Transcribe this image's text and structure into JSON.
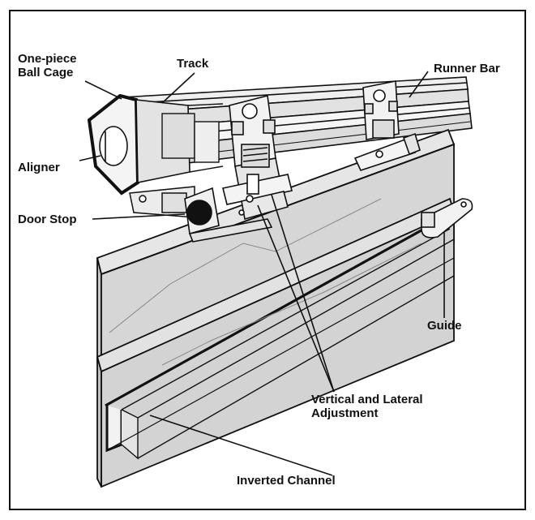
{
  "labels": {
    "ball_cage": "One-piece\nBall Cage",
    "track": "Track",
    "runner_bar": "Runner Bar",
    "aligner": "Aligner",
    "door_stop": "Door Stop",
    "guide": "Guide",
    "adjustment": "Vertical and Lateral\nAdjustment",
    "inverted_channel": "Inverted Channel"
  },
  "colors": {
    "line": "#111111",
    "door_face": "#d4d4d4",
    "door_top": "#e6e6e6",
    "door_side": "#bdbdbd",
    "metal": "#ededed",
    "rubber_stop": "#111111"
  }
}
